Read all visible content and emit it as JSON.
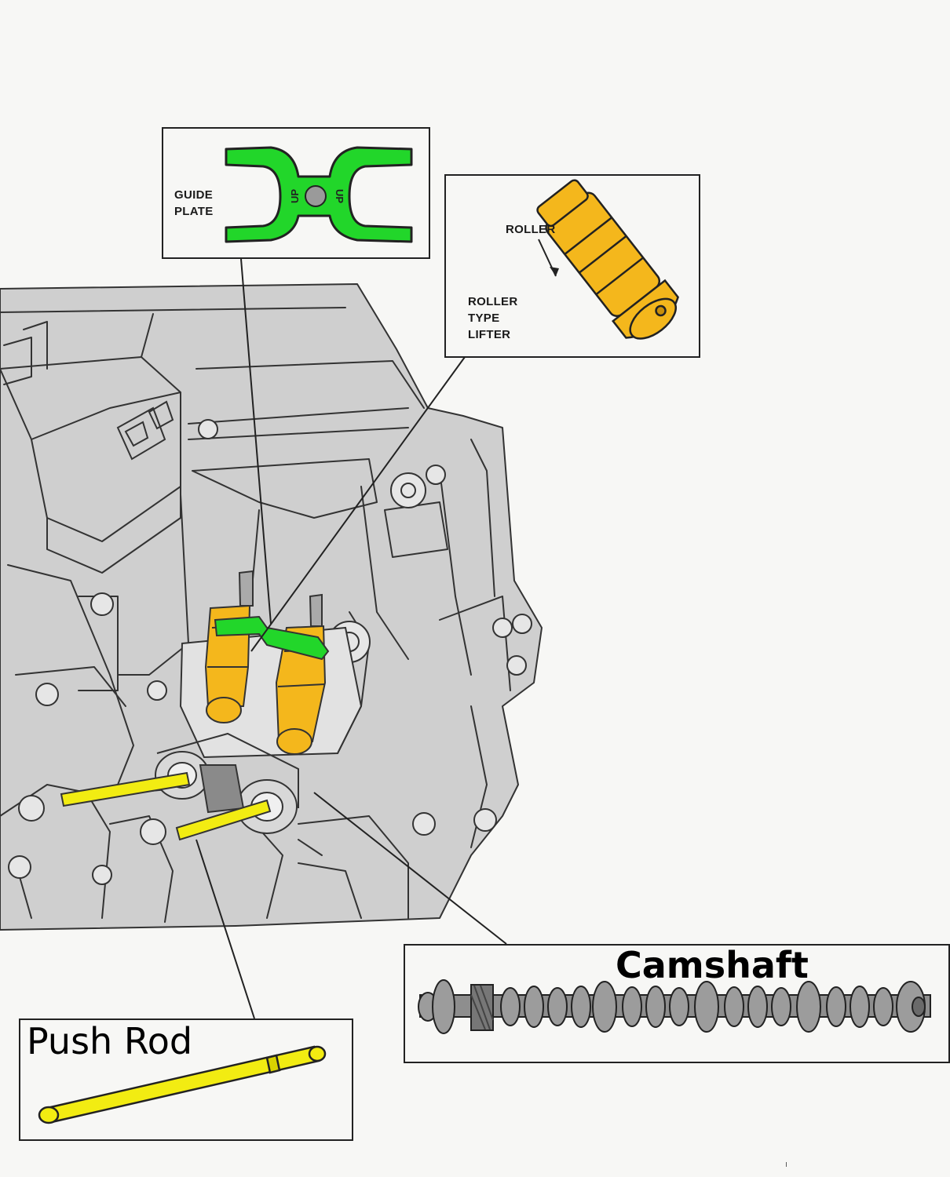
{
  "labels": {
    "guide_plate": "GUIDE\nPLATE",
    "roller": "ROLLER",
    "roller_type_lifter": "ROLLER\nTYPE\nLIFTER",
    "camshaft": "Camshaft",
    "push_rod": "Push Rod",
    "page_mark": "ı"
  },
  "guide_plate_marks": [
    "UP",
    "UP"
  ],
  "colors": {
    "guide_plate": "#22d62a",
    "lifter": "#f4b71c",
    "push_rod": "#f2ec12",
    "engine_block": "#cfcfcf",
    "camshaft": "#9c9c9c",
    "outline": "#222222",
    "background": "#f7f7f5"
  }
}
